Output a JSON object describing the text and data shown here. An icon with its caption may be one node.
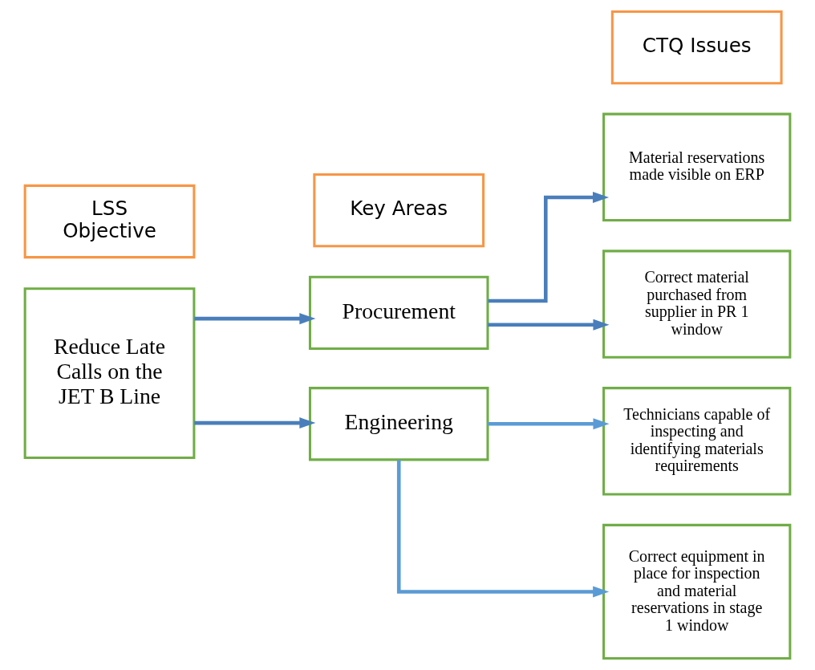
{
  "diagram": {
    "nodes": [
      {
        "text": [
          "LSS Objective"
        ]
      },
      {
        "text": [
          "Key Areas"
        ]
      },
      {
        "text": [
          "CTQ Issues"
        ]
      },
      {
        "text": [
          "Reduce Late Calls on the JET B Line"
        ]
      },
      {
        "text": [
          "Procurement"
        ]
      },
      {
        "text": [
          "Engineering"
        ]
      },
      {
        "text": [
          "Material reservations made visible on ERP"
        ]
      },
      {
        "text": [
          "Correct material purchased from supplier in PR 1 window"
        ]
      },
      {
        "text": [
          "Technicians capable of inspecting and identifying materials requirements"
        ]
      },
      {
        "text": [
          "Correct equipment in place for inspection and material reservations in stage 1 window"
        ]
      }
    ],
    "edges": [
      {
        "from": 3,
        "to": 4,
        "arrow": "to"
      },
      {
        "from": 3,
        "to": 5,
        "arrow": "to"
      },
      {
        "from": 4,
        "to": 6,
        "arrow": "to"
      },
      {
        "from": 4,
        "to": 7,
        "arrow": "to"
      },
      {
        "from": 5,
        "to": 8,
        "arrow": "to",
        "color": "#5b9bd5"
      },
      {
        "from": 5,
        "to": 9,
        "arrow": "to",
        "color": "#5b9bd5"
      }
    ]
  }
}
